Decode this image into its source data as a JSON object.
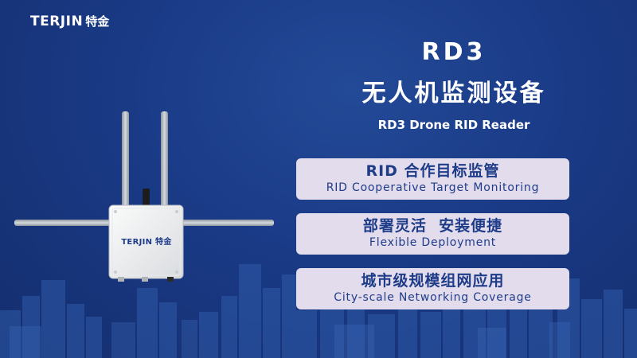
{
  "brand": {
    "latin": "TERJIN",
    "cjk": "特金"
  },
  "device": {
    "label": "TERJIN 特金"
  },
  "header": {
    "model": "RD3",
    "title_cn": "无人机监测设备",
    "title_en": "RD3 Drone RID Reader"
  },
  "features": [
    {
      "cn": "RID 合作目标监管",
      "en": "RID Cooperative Target Monitoring"
    },
    {
      "cn": "部署灵活  安装便捷",
      "en": "Flexible Deployment"
    },
    {
      "cn": "城市级规模组网应用",
      "en": "City-scale Networking Coverage"
    }
  ],
  "colors": {
    "background": "#1a3a86",
    "feature_box": "#e3dcec",
    "feature_text": "#1f3c89",
    "heading_text": "#ffffff"
  },
  "icons": [
    "antenna-icon"
  ]
}
